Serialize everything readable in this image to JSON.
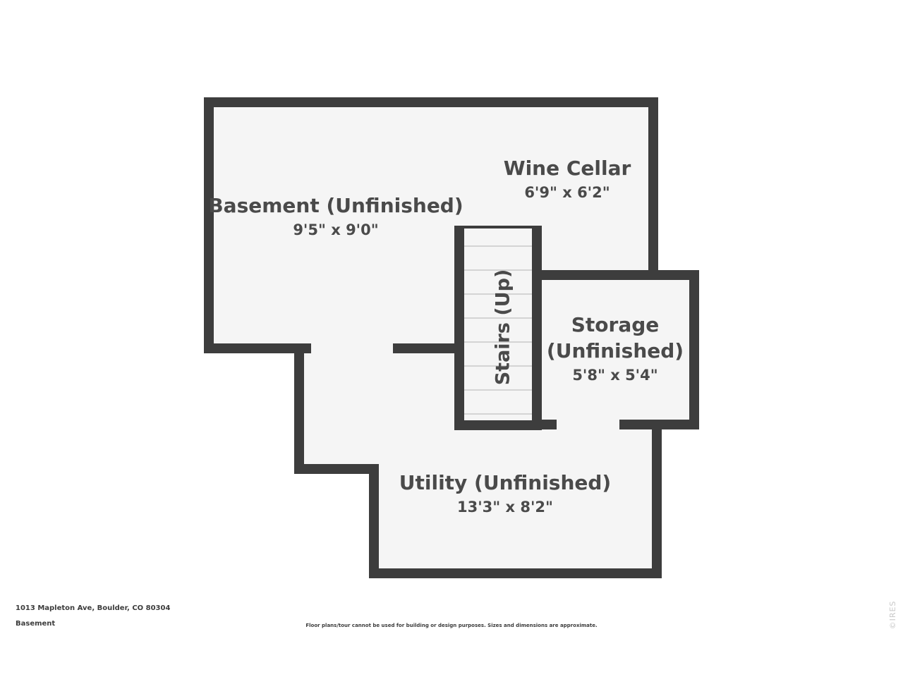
{
  "colors": {
    "wall": "#3d3d3d",
    "floor": "#f5f5f5",
    "text": "#4a4a4a",
    "stair_line": "#b4b4b4"
  },
  "rooms": [
    {
      "name": "Basement (Unfinished)",
      "dimensions": "9'5\" x 9'0\""
    },
    {
      "name": "Wine Cellar",
      "dimensions": "6'9\" x 6'2\""
    },
    {
      "name_line1": "Storage",
      "name_line2": "(Unfinished)",
      "dimensions": "5'8\" x 5'4\""
    },
    {
      "name": "Utility (Unfinished)",
      "dimensions": "13'3\" x 8'2\""
    }
  ],
  "stairs": {
    "label": "Stairs (Up)"
  },
  "footer": {
    "address": "1013 Mapleton Ave, Boulder, CO 80304",
    "floor_name": "Basement",
    "disclaimer": "Floor plans/tour cannot be used for building or design purposes. Sizes and dimensions are approximate.",
    "watermark": "©IRES"
  }
}
